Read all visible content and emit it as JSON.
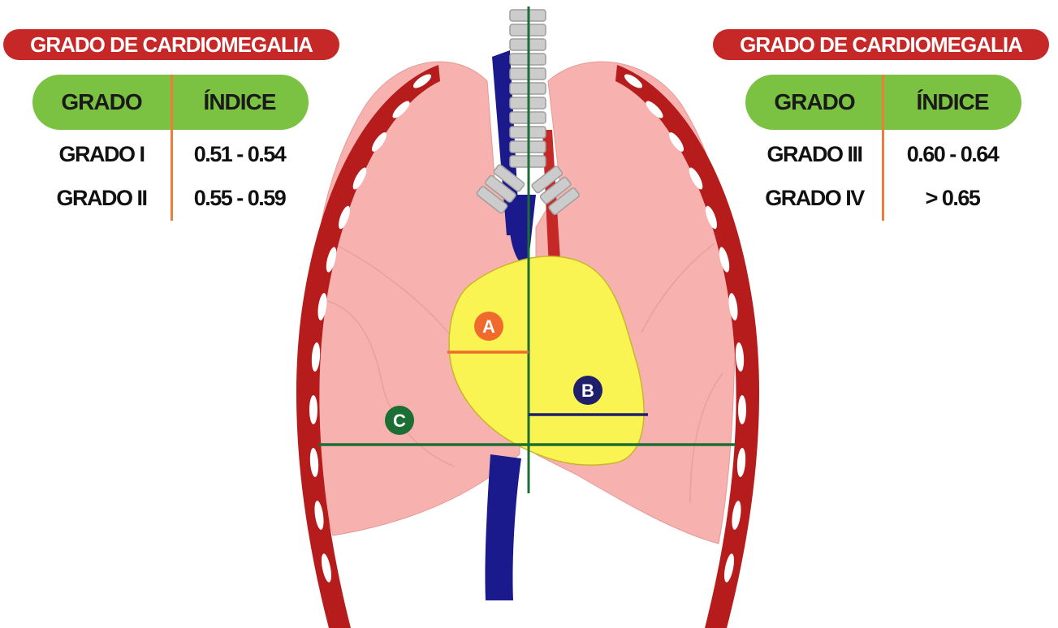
{
  "colors": {
    "title_bg": "#c62828",
    "header_bg": "#7cc242",
    "divider": "#ee7d3b",
    "lung": "#f7b1ae",
    "rib_red": "#b71c1c",
    "heart": "#f9f451",
    "heart_border": "#c9b62a",
    "vessel_blue": "#1a1a8c",
    "trachea": "#cccccc",
    "line_a": "#f06a2b",
    "line_b": "#1f1f6b",
    "line_c": "#1b6e34"
  },
  "left_panel": {
    "title": "GRADO DE CARDIOMEGALIA",
    "header": {
      "col1": "GRADO",
      "col2": "ÍNDICE"
    },
    "rows": [
      {
        "grade": "GRADO I",
        "index": "0.51 - 0.54"
      },
      {
        "grade": "GRADO II",
        "index": "0.55 - 0.59"
      }
    ]
  },
  "right_panel": {
    "title": "GRADO DE CARDIOMEGALIA",
    "header": {
      "col1": "GRADO",
      "col2": "ÍNDICE"
    },
    "rows": [
      {
        "grade": "GRADO III",
        "index": "0.60 - 0.64"
      },
      {
        "grade": "GRADO IV",
        "index": "> 0.65"
      }
    ]
  },
  "markers": {
    "a": "A",
    "b": "B",
    "c": "C"
  }
}
